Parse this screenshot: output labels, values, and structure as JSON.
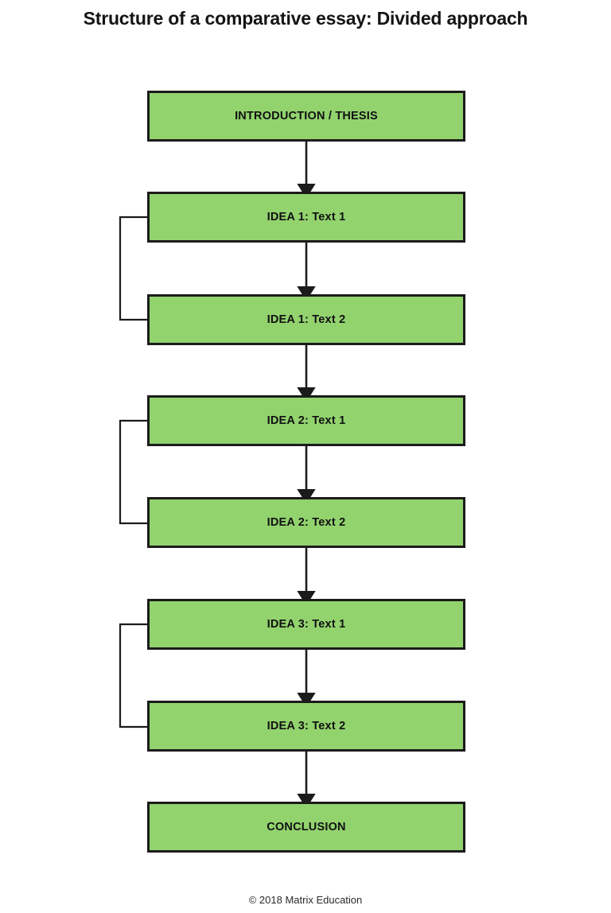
{
  "title": "Structure of a comparative essay: Divided approach",
  "footer": "© 2018 Matrix Education",
  "colors": {
    "box_fill": "#92d36e",
    "box_border": "#1b1b1b",
    "connector": "#1b1b1b",
    "text": "#111111",
    "background": "#ffffff"
  },
  "chart_data": {
    "type": "diagram",
    "diagram_type": "flowchart",
    "title": "Structure of a comparative essay: Divided approach",
    "orientation": "vertical",
    "nodes": [
      {
        "id": "intro",
        "label": "INTRODUCTION / THESIS",
        "shape": "rectangle",
        "fill": "#92d36e"
      },
      {
        "id": "idea1-text1",
        "label": "IDEA 1: Text 1",
        "shape": "rectangle",
        "fill": "#92d36e"
      },
      {
        "id": "idea1-text2",
        "label": "IDEA 1: Text 2",
        "shape": "rectangle",
        "fill": "#92d36e"
      },
      {
        "id": "idea2-text1",
        "label": "IDEA 2: Text 1",
        "shape": "rectangle",
        "fill": "#92d36e"
      },
      {
        "id": "idea2-text2",
        "label": "IDEA 2: Text 2",
        "shape": "rectangle",
        "fill": "#92d36e"
      },
      {
        "id": "idea3-text1",
        "label": "IDEA 3: Text 1",
        "shape": "rectangle",
        "fill": "#92d36e"
      },
      {
        "id": "idea3-text2",
        "label": "IDEA 3: Text 2",
        "shape": "rectangle",
        "fill": "#92d36e"
      },
      {
        "id": "conclusion",
        "label": "CONCLUSION",
        "shape": "rectangle",
        "fill": "#92d36e"
      }
    ],
    "edges": [
      {
        "from": "intro",
        "to": "idea1-text1",
        "style": "arrow"
      },
      {
        "from": "idea1-text1",
        "to": "idea1-text2",
        "style": "arrow"
      },
      {
        "from": "idea1-text2",
        "to": "idea2-text1",
        "style": "arrow"
      },
      {
        "from": "idea2-text1",
        "to": "idea2-text2",
        "style": "arrow"
      },
      {
        "from": "idea2-text2",
        "to": "idea3-text1",
        "style": "arrow"
      },
      {
        "from": "idea3-text1",
        "to": "idea3-text2",
        "style": "arrow"
      },
      {
        "from": "idea3-text2",
        "to": "conclusion",
        "style": "arrow"
      }
    ],
    "groupings": [
      {
        "id": "bracket-idea1",
        "members": [
          "idea1-text1",
          "idea1-text2"
        ],
        "style": "left-bracket"
      },
      {
        "id": "bracket-idea2",
        "members": [
          "idea2-text1",
          "idea2-text2"
        ],
        "style": "left-bracket"
      },
      {
        "id": "bracket-idea3",
        "members": [
          "idea3-text1",
          "idea3-text2"
        ],
        "style": "left-bracket"
      }
    ]
  }
}
